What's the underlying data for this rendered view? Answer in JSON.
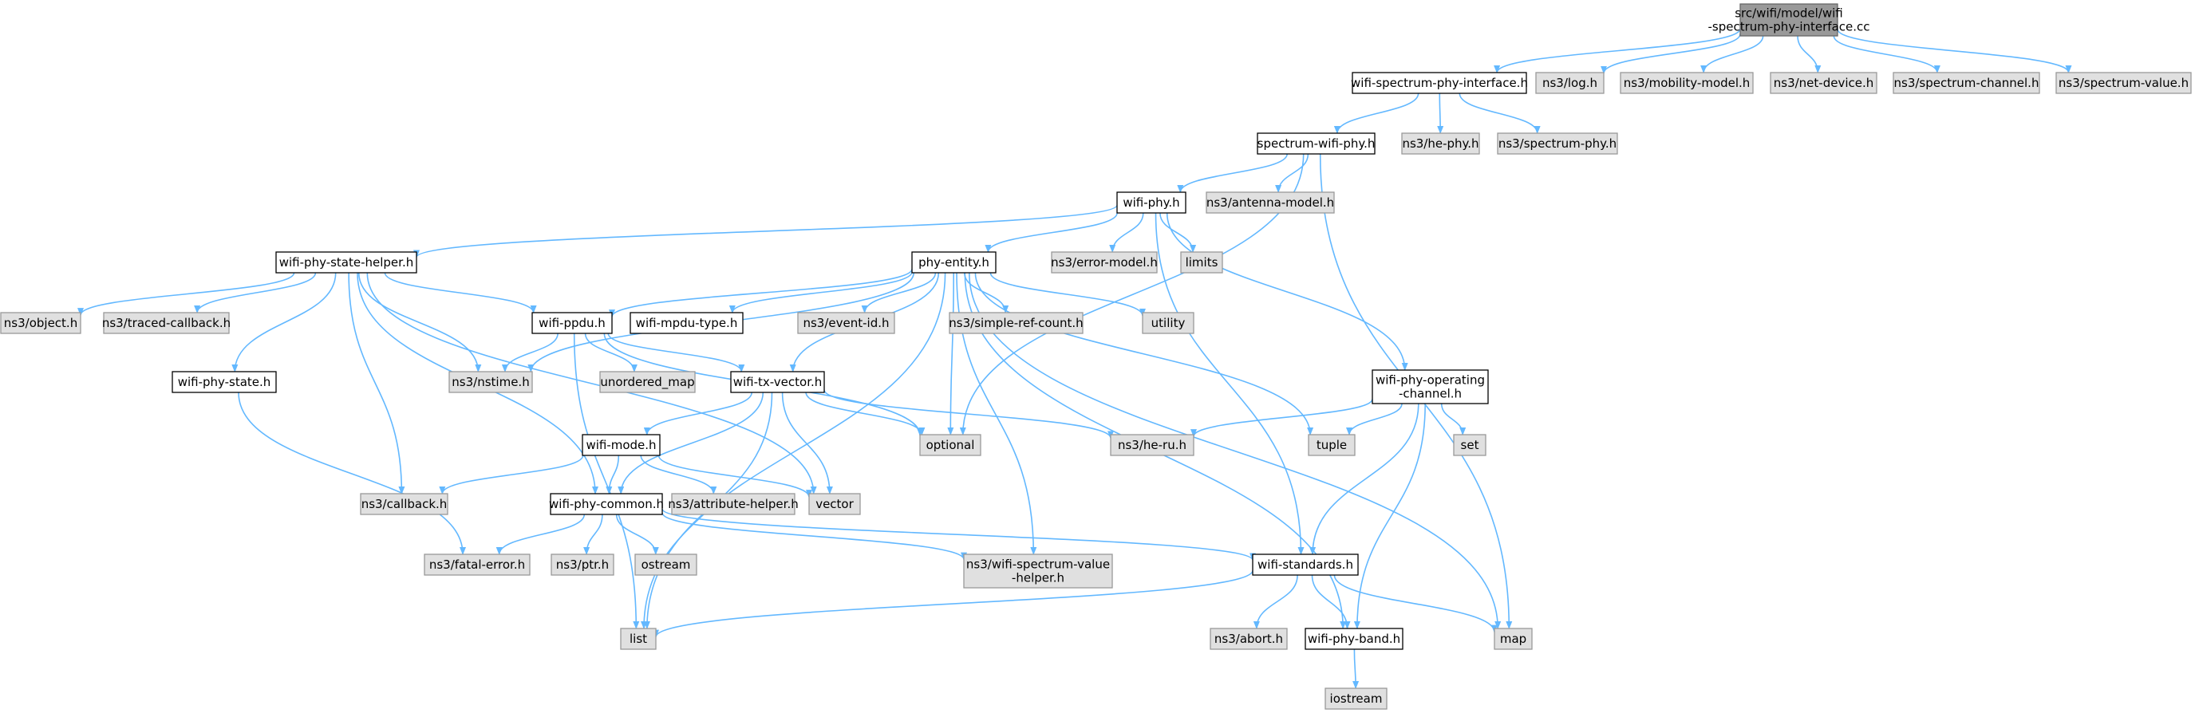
{
  "colors": {
    "edge": "#63b8ff",
    "root_fill": "#999999",
    "root_stroke": "#666666",
    "local_fill": "#ffffff",
    "local_stroke": "#000000",
    "system_fill": "#e0e0e0",
    "system_stroke": "#999999"
  },
  "nodes": [
    {
      "id": "root",
      "lines": [
        "src/wifi/model/wifi",
        "-spectrum-phy-interface.cc"
      ],
      "kind": "root"
    },
    {
      "id": "wsphyif",
      "lines": [
        "wifi-spectrum-phy-interface.h"
      ],
      "kind": "local"
    },
    {
      "id": "log",
      "lines": [
        "ns3/log.h"
      ],
      "kind": "system"
    },
    {
      "id": "mobility",
      "lines": [
        "ns3/mobility-model.h"
      ],
      "kind": "system"
    },
    {
      "id": "netdev",
      "lines": [
        "ns3/net-device.h"
      ],
      "kind": "system"
    },
    {
      "id": "spchan",
      "lines": [
        "ns3/spectrum-channel.h"
      ],
      "kind": "system"
    },
    {
      "id": "spval",
      "lines": [
        "ns3/spectrum-value.h"
      ],
      "kind": "system"
    },
    {
      "id": "swphy",
      "lines": [
        "spectrum-wifi-phy.h"
      ],
      "kind": "local"
    },
    {
      "id": "hephy",
      "lines": [
        "ns3/he-phy.h"
      ],
      "kind": "system"
    },
    {
      "id": "spphy",
      "lines": [
        "ns3/spectrum-phy.h"
      ],
      "kind": "system"
    },
    {
      "id": "wifiphy",
      "lines": [
        "wifi-phy.h"
      ],
      "kind": "local"
    },
    {
      "id": "antenna",
      "lines": [
        "ns3/antenna-model.h"
      ],
      "kind": "system"
    },
    {
      "id": "pshelper",
      "lines": [
        "wifi-phy-state-helper.h"
      ],
      "kind": "local"
    },
    {
      "id": "phyentity",
      "lines": [
        "phy-entity.h"
      ],
      "kind": "local"
    },
    {
      "id": "errmodel",
      "lines": [
        "ns3/error-model.h"
      ],
      "kind": "system"
    },
    {
      "id": "limits",
      "lines": [
        "limits"
      ],
      "kind": "system"
    },
    {
      "id": "object",
      "lines": [
        "ns3/object.h"
      ],
      "kind": "system"
    },
    {
      "id": "traced",
      "lines": [
        "ns3/traced-callback.h"
      ],
      "kind": "system"
    },
    {
      "id": "ppdu",
      "lines": [
        "wifi-ppdu.h"
      ],
      "kind": "local"
    },
    {
      "id": "mpdutype",
      "lines": [
        "wifi-mpdu-type.h"
      ],
      "kind": "local"
    },
    {
      "id": "eventid",
      "lines": [
        "ns3/event-id.h"
      ],
      "kind": "system"
    },
    {
      "id": "simpleref",
      "lines": [
        "ns3/simple-ref-count.h"
      ],
      "kind": "system"
    },
    {
      "id": "utility",
      "lines": [
        "utility"
      ],
      "kind": "system"
    },
    {
      "id": "opchan",
      "lines": [
        "wifi-phy-operating",
        "-channel.h"
      ],
      "kind": "local"
    },
    {
      "id": "nstime",
      "lines": [
        "ns3/nstime.h"
      ],
      "kind": "system"
    },
    {
      "id": "umap",
      "lines": [
        "unordered_map"
      ],
      "kind": "system"
    },
    {
      "id": "txvec",
      "lines": [
        "wifi-tx-vector.h"
      ],
      "kind": "local"
    },
    {
      "id": "phystate",
      "lines": [
        "wifi-phy-state.h"
      ],
      "kind": "local"
    },
    {
      "id": "optional",
      "lines": [
        "optional"
      ],
      "kind": "system"
    },
    {
      "id": "heru",
      "lines": [
        "ns3/he-ru.h"
      ],
      "kind": "system"
    },
    {
      "id": "tuple",
      "lines": [
        "tuple"
      ],
      "kind": "system"
    },
    {
      "id": "set",
      "lines": [
        "set"
      ],
      "kind": "system"
    },
    {
      "id": "mode",
      "lines": [
        "wifi-mode.h"
      ],
      "kind": "local"
    },
    {
      "id": "callback",
      "lines": [
        "ns3/callback.h"
      ],
      "kind": "system"
    },
    {
      "id": "attrhelper",
      "lines": [
        "ns3/attribute-helper.h"
      ],
      "kind": "system"
    },
    {
      "id": "vector",
      "lines": [
        "vector"
      ],
      "kind": "system"
    },
    {
      "id": "common",
      "lines": [
        "wifi-phy-common.h"
      ],
      "kind": "local"
    },
    {
      "id": "fatal",
      "lines": [
        "ns3/fatal-error.h"
      ],
      "kind": "system"
    },
    {
      "id": "ptr",
      "lines": [
        "ns3/ptr.h"
      ],
      "kind": "system"
    },
    {
      "id": "ostream",
      "lines": [
        "ostream"
      ],
      "kind": "system"
    },
    {
      "id": "wsvhelper",
      "lines": [
        "ns3/wifi-spectrum-value",
        "-helper.h"
      ],
      "kind": "system"
    },
    {
      "id": "standards",
      "lines": [
        "wifi-standards.h"
      ],
      "kind": "local"
    },
    {
      "id": "list",
      "lines": [
        "list"
      ],
      "kind": "system"
    },
    {
      "id": "abort",
      "lines": [
        "ns3/abort.h"
      ],
      "kind": "system"
    },
    {
      "id": "band",
      "lines": [
        "wifi-phy-band.h"
      ],
      "kind": "local"
    },
    {
      "id": "map",
      "lines": [
        "map"
      ],
      "kind": "system"
    },
    {
      "id": "iostream",
      "lines": [
        "iostream"
      ],
      "kind": "system"
    }
  ],
  "edges": [
    [
      "root",
      "wsphyif"
    ],
    [
      "root",
      "log"
    ],
    [
      "root",
      "mobility"
    ],
    [
      "root",
      "netdev"
    ],
    [
      "root",
      "spchan"
    ],
    [
      "root",
      "spval"
    ],
    [
      "wsphyif",
      "swphy"
    ],
    [
      "wsphyif",
      "hephy"
    ],
    [
      "wsphyif",
      "spphy"
    ],
    [
      "swphy",
      "wifiphy"
    ],
    [
      "swphy",
      "antenna"
    ],
    [
      "swphy",
      "optional"
    ],
    [
      "swphy",
      "map"
    ],
    [
      "wifiphy",
      "pshelper"
    ],
    [
      "wifiphy",
      "phyentity"
    ],
    [
      "wifiphy",
      "errmodel"
    ],
    [
      "wifiphy",
      "limits"
    ],
    [
      "wifiphy",
      "opchan"
    ],
    [
      "wifiphy",
      "standards"
    ],
    [
      "pshelper",
      "object"
    ],
    [
      "pshelper",
      "traced"
    ],
    [
      "pshelper",
      "ppdu"
    ],
    [
      "pshelper",
      "nstime"
    ],
    [
      "pshelper",
      "phystate"
    ],
    [
      "pshelper",
      "callback"
    ],
    [
      "pshelper",
      "common"
    ],
    [
      "pshelper",
      "vector"
    ],
    [
      "phyentity",
      "ppdu"
    ],
    [
      "phyentity",
      "mpdutype"
    ],
    [
      "phyentity",
      "eventid"
    ],
    [
      "phyentity",
      "simpleref"
    ],
    [
      "phyentity",
      "utility"
    ],
    [
      "phyentity",
      "nstime"
    ],
    [
      "phyentity",
      "txvec"
    ],
    [
      "phyentity",
      "optional"
    ],
    [
      "phyentity",
      "tuple"
    ],
    [
      "phyentity",
      "list"
    ],
    [
      "phyentity",
      "map"
    ],
    [
      "phyentity",
      "band"
    ],
    [
      "phyentity",
      "wsvhelper"
    ],
    [
      "ppdu",
      "nstime"
    ],
    [
      "ppdu",
      "umap"
    ],
    [
      "ppdu",
      "txvec"
    ],
    [
      "ppdu",
      "optional"
    ],
    [
      "ppdu",
      "list"
    ],
    [
      "txvec",
      "mode"
    ],
    [
      "txvec",
      "common"
    ],
    [
      "txvec",
      "optional"
    ],
    [
      "txvec",
      "heru"
    ],
    [
      "txvec",
      "vector"
    ],
    [
      "txvec",
      "list"
    ],
    [
      "opchan",
      "heru"
    ],
    [
      "opchan",
      "tuple"
    ],
    [
      "opchan",
      "set"
    ],
    [
      "opchan",
      "standards"
    ],
    [
      "opchan",
      "band"
    ],
    [
      "phystate",
      "fatal"
    ],
    [
      "mode",
      "callback"
    ],
    [
      "mode",
      "attrhelper"
    ],
    [
      "mode",
      "vector"
    ],
    [
      "mode",
      "common"
    ],
    [
      "common",
      "fatal"
    ],
    [
      "common",
      "ptr"
    ],
    [
      "common",
      "ostream"
    ],
    [
      "common",
      "wsvhelper"
    ],
    [
      "common",
      "standards"
    ],
    [
      "standards",
      "list"
    ],
    [
      "standards",
      "abort"
    ],
    [
      "standards",
      "band"
    ],
    [
      "standards",
      "map"
    ],
    [
      "band",
      "iostream"
    ]
  ]
}
